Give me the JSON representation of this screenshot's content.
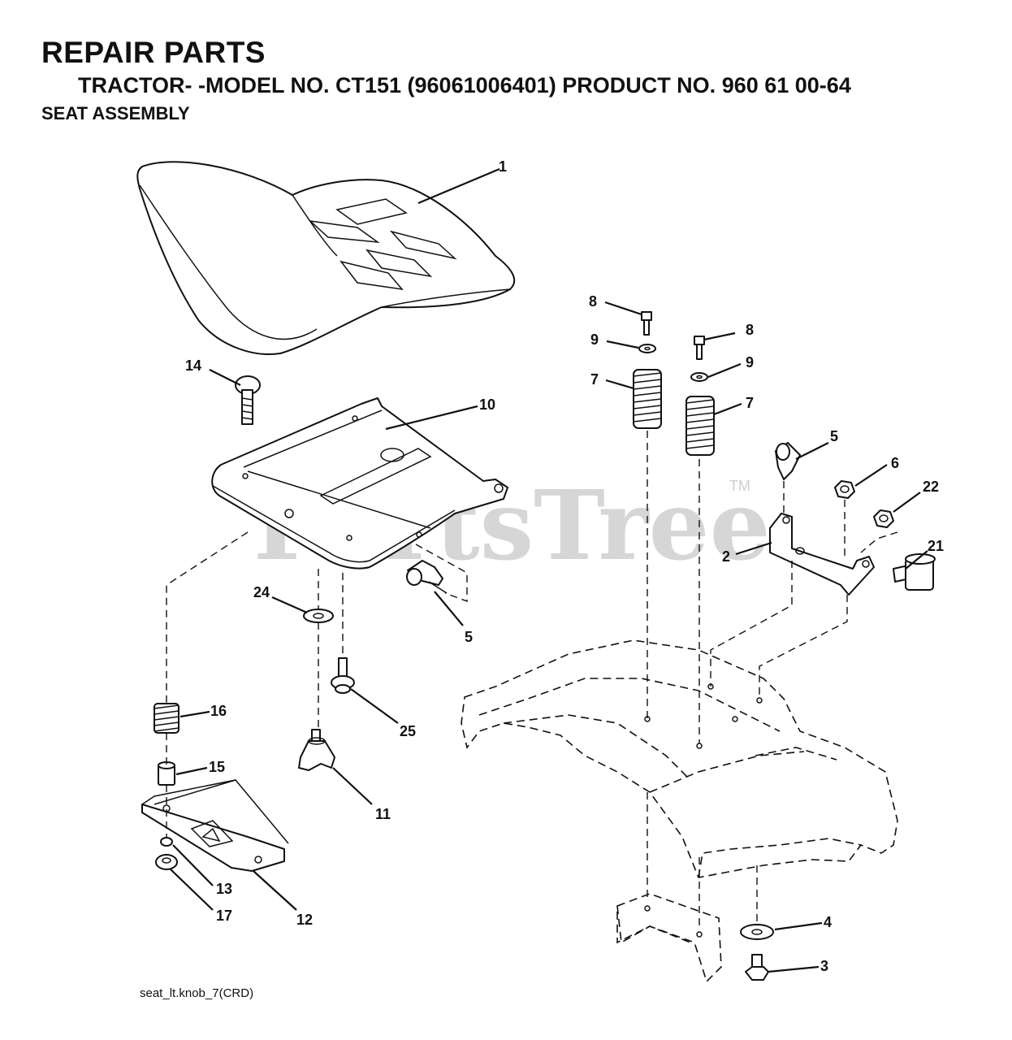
{
  "header": {
    "title": "REPAIR PARTS",
    "subtitle": "TRACTOR- -MODEL NO. CT151 (96061006401) PRODUCT NO. 960 61 00-64",
    "section": "SEAT ASSEMBLY"
  },
  "watermark": {
    "text": "PartsTree",
    "tm": "TM"
  },
  "callouts": {
    "c1": "1",
    "c2": "2",
    "c3": "3",
    "c4": "4",
    "c5a": "5",
    "c5b": "5",
    "c6": "6",
    "c7a": "7",
    "c7b": "7",
    "c8a": "8",
    "c8b": "8",
    "c9a": "9",
    "c9b": "9",
    "c10": "10",
    "c11": "11",
    "c12": "12",
    "c13": "13",
    "c14": "14",
    "c15": "15",
    "c16": "16",
    "c17": "17",
    "c21": "21",
    "c22": "22",
    "c24": "24",
    "c25": "25"
  },
  "footer": {
    "diagram_id": "seat_lt.knob_7(CRD)"
  }
}
